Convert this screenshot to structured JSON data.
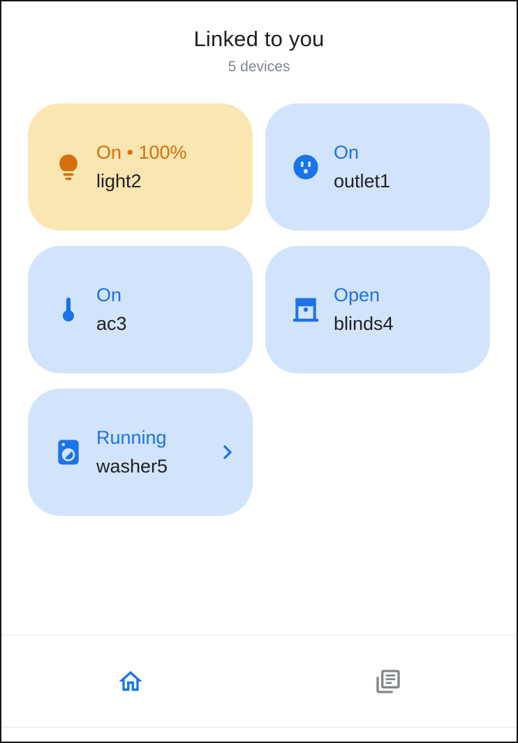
{
  "header": {
    "title": "Linked to you",
    "subtitle": "5 devices"
  },
  "devices": [
    {
      "name": "light2",
      "status": "On • 100%",
      "icon": "lightbulb-icon",
      "theme": "amber",
      "has_chevron": false
    },
    {
      "name": "outlet1",
      "status": "On",
      "icon": "outlet-icon",
      "theme": "blue",
      "has_chevron": false
    },
    {
      "name": "ac3",
      "status": "On",
      "icon": "thermostat-icon",
      "theme": "blue",
      "has_chevron": false
    },
    {
      "name": "blinds4",
      "status": "Open",
      "icon": "blinds-icon",
      "theme": "blue",
      "has_chevron": false
    },
    {
      "name": "washer5",
      "status": "Running",
      "icon": "washer-icon",
      "theme": "blue",
      "has_chevron": true
    }
  ],
  "bottom_nav": {
    "items": [
      {
        "icon": "home-icon",
        "active": true
      },
      {
        "icon": "feed-icon",
        "active": false
      }
    ]
  },
  "colors": {
    "amber_card_bg": "#FAE6B0",
    "amber_accent": "#D56E0C",
    "blue_card_bg": "#D2E3FC",
    "blue_accent": "#1A73E8",
    "device_name_text": "#202124",
    "subtitle_text": "#80868B",
    "nav_active": "#1A73E8",
    "nav_inactive": "#80868B",
    "divider": "#E5E5E5"
  }
}
